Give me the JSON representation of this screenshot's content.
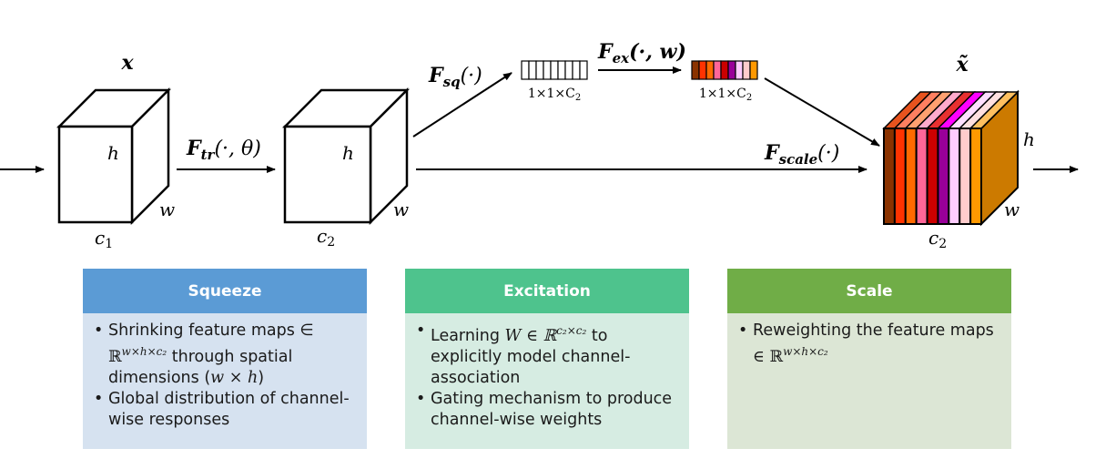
{
  "diagram": {
    "input_label": "x",
    "output_label": "x̃",
    "cube1": {
      "h": "h",
      "w": "w",
      "c": "c",
      "c_sub": "1"
    },
    "cube2": {
      "h": "h",
      "w": "w",
      "c": "c",
      "c_sub": "2"
    },
    "cube3": {
      "h": "h",
      "w": "w",
      "c": "c",
      "c_sub": "2"
    },
    "f_tr": {
      "base": "F",
      "sub": "tr",
      "args": "(·, θ)"
    },
    "f_sq": {
      "base": "F",
      "sub": "sq",
      "args": "(·)"
    },
    "f_ex": {
      "base": "F",
      "sub": "ex",
      "args": "(·, w)"
    },
    "f_scale": {
      "base": "F",
      "sub": "scale",
      "args": "(·)"
    },
    "vector_dims_label": "1×1×C",
    "vector_dims_sub": "2",
    "channel_colors": [
      "#8B3300",
      "#FF3300",
      "#FF6A00",
      "#FF6699",
      "#CC0000",
      "#990099",
      "#FFCCFF",
      "#FFCCCC",
      "#FF9900"
    ],
    "channel_top_colors": [
      "#E8531E",
      "#FF7F60",
      "#FFA070",
      "#FFAACC",
      "#E83030",
      "#FF00FF",
      "#FFE0FF",
      "#FFE0E0",
      "#FFC060"
    ],
    "side_color": "#CC7A00"
  },
  "panels": [
    {
      "title": "Squeeze",
      "header_color": "#5B9BD5",
      "body_color": "#D6E2F0",
      "bullets": [
        {
          "pre": "Shrinking feature maps ∈ ",
          "math": "ℝ",
          "sup": "w×h×c₂",
          "post": " through spatial dimensions (",
          "math2": "w × h",
          "post2": ")"
        },
        {
          "pre": "Global distribution of channel-wise responses"
        }
      ]
    },
    {
      "title": "Excitation",
      "header_color": "#4EC38D",
      "body_color": "#D6ECE2",
      "bullets": [
        {
          "pre": "Learning ",
          "math": "W ∈ ℝ",
          "sup": "c₂×c₂",
          "post": " to explicitly model channel-association"
        },
        {
          "pre": "Gating mechanism to produce channel-wise weights"
        }
      ]
    },
    {
      "title": "Scale",
      "header_color": "#70AD47",
      "body_color": "#DCE6D5",
      "bullets": [
        {
          "pre": "Reweighting the feature maps ",
          "math": "∈ ℝ",
          "sup": "w×h×c₂"
        }
      ]
    }
  ]
}
